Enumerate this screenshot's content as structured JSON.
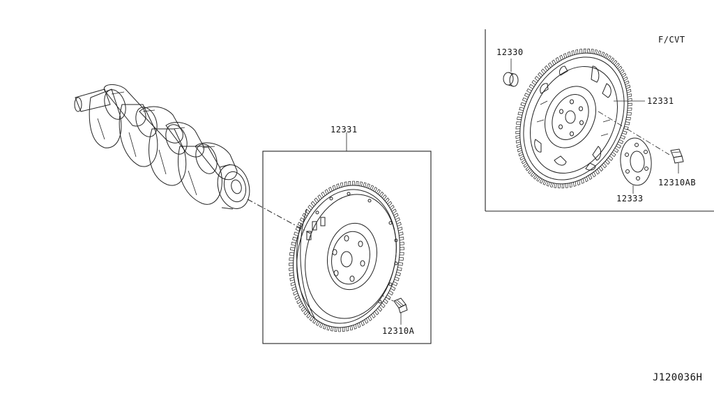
{
  "diagram_code": "J120036H",
  "variant_label": "F/CVT",
  "parts": {
    "flywheel_mt": "12331",
    "bolt_mt": "12310A",
    "pilot_bushing": "12330",
    "drive_plate": "12331",
    "reinforcement_plate": "12333",
    "bolt_cvt": "12310AB"
  }
}
